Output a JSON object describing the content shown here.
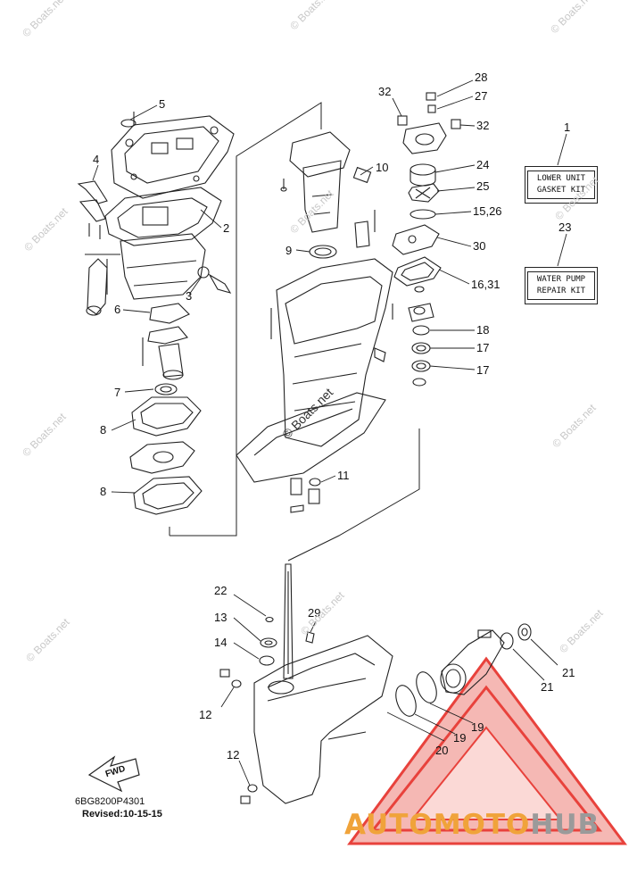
{
  "callouts": [
    {
      "text": "5"
    },
    {
      "text": "4"
    },
    {
      "text": "2"
    },
    {
      "text": "3"
    },
    {
      "text": "6"
    },
    {
      "text": "7"
    },
    {
      "text": "8"
    },
    {
      "text": "8"
    },
    {
      "text": "10"
    },
    {
      "text": "9"
    },
    {
      "text": "11"
    },
    {
      "text": "28"
    },
    {
      "text": "32"
    },
    {
      "text": "27"
    },
    {
      "text": "32"
    },
    {
      "text": "24"
    },
    {
      "text": "25"
    },
    {
      "text": "15,26"
    },
    {
      "text": "30"
    },
    {
      "text": "16,31"
    },
    {
      "text": "18"
    },
    {
      "text": "17"
    },
    {
      "text": "17"
    },
    {
      "text": "1"
    },
    {
      "text": "23"
    },
    {
      "text": "22"
    },
    {
      "text": "13"
    },
    {
      "text": "29"
    },
    {
      "text": "14"
    },
    {
      "text": "12"
    },
    {
      "text": "12"
    },
    {
      "text": "21"
    },
    {
      "text": "21"
    },
    {
      "text": "19"
    },
    {
      "text": "19"
    },
    {
      "text": "20"
    }
  ],
  "kits": {
    "lower_unit": {
      "line1": "LOWER UNIT",
      "line2": "GASKET KIT"
    },
    "water_pump": {
      "line1": "WATER PUMP",
      "line2": "REPAIR KIT"
    }
  },
  "fwd_label": "FWD",
  "part_code": "6BG8200P4301",
  "revised": "Revised:10-15-15",
  "watermark": "© Boats.net",
  "brand": {
    "part1": "AUTOMOTO",
    "part2": "HUB"
  },
  "colors": {
    "line": "#222222",
    "brand_orange": "#f0a33a",
    "brand_gray": "#9a9a9a",
    "triangle_red": "#e8423c"
  }
}
